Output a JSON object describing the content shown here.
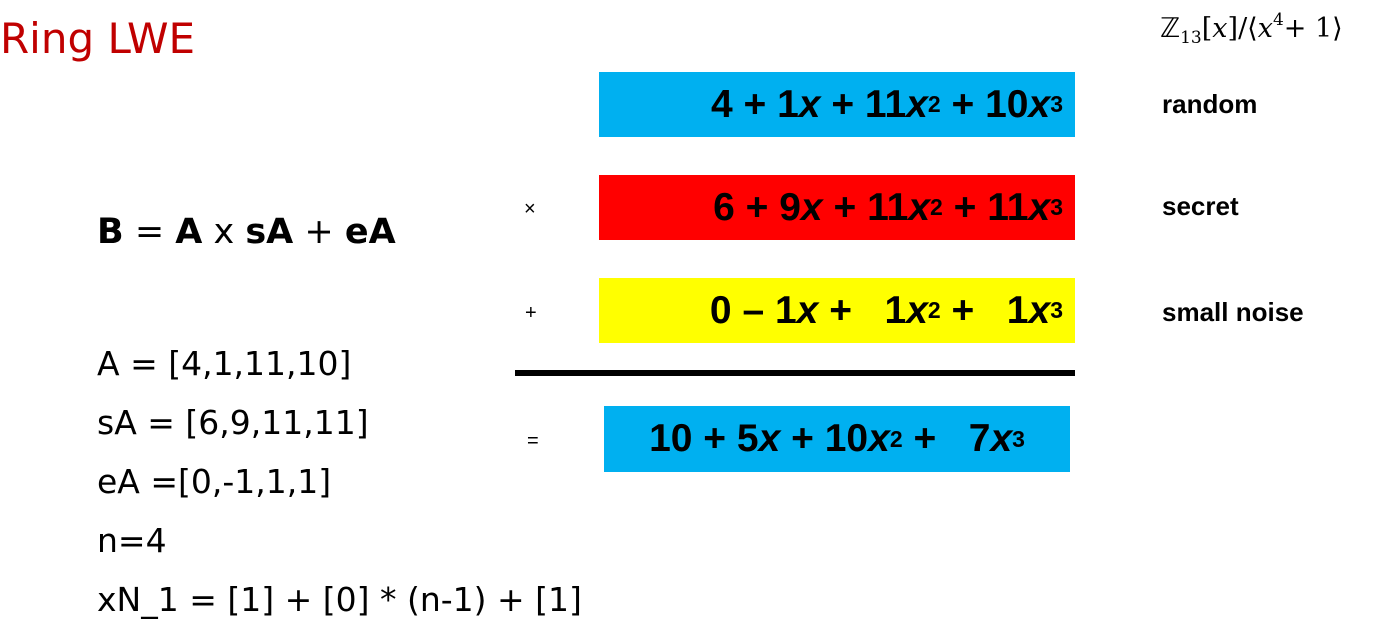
{
  "title": "Ring LWE",
  "ring": {
    "set": "ℤ",
    "modulus": "13",
    "var": "x",
    "quotient_open": "[",
    "quotient_close": "]/⟨",
    "power": "4",
    "tail": "+ 1⟩"
  },
  "equation": {
    "lhs": "B",
    "eq": " = ",
    "a": "A",
    "times": " x ",
    "s": "sA",
    "plus": " + ",
    "e": "eA"
  },
  "vectors": [
    "A = [4,1,11,10]",
    "sA = [6,9,11,11]",
    "eA =[0,-1,1,1]",
    "n=4",
    "xN_1 = [1] + [0] * (n-1) + [1]"
  ],
  "operators": {
    "times": "×",
    "plus": "+",
    "equals": "="
  },
  "polynomials": {
    "random": {
      "c0": "4 + 1",
      "c1": " + 11",
      "c2": " + 10",
      "label": "random",
      "color": "#00b0f0"
    },
    "secret": {
      "c0": "6 + 9",
      "c1": " + 11",
      "c2": " + 11",
      "label": "secret",
      "color": "#ff0000"
    },
    "noise": {
      "c0": "0 – 1",
      "c1": " +   1",
      "c2": " +   1",
      "label": "small noise",
      "color": "#ffff00"
    },
    "result": {
      "c0": "10 + 5",
      "c1": " + 10",
      "c2": " +   7",
      "color": "#00b0f0"
    },
    "var": "x",
    "exp2": "2",
    "exp3": "3"
  }
}
